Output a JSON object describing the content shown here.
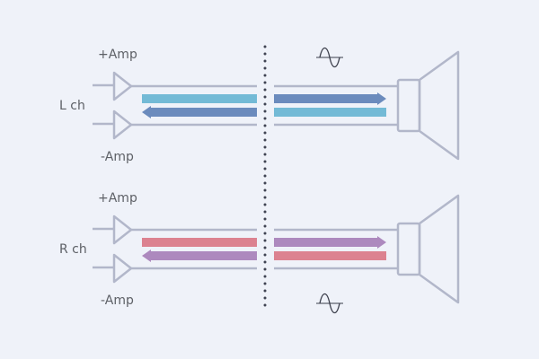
{
  "colors": {
    "background": "#eff2f9",
    "line": "#b2b7ca",
    "divider": "#3f4352",
    "text": "#5d6066",
    "light_blue": "#73bad6",
    "dark_blue": "#6b8bbd",
    "pink": "#dc8290",
    "purple": "#ad89be",
    "wave": "#3a3d4a"
  },
  "channels": [
    {
      "label": "L ch",
      "plus_label": "+Amp",
      "minus_label": "-Amp",
      "left_arrows": [
        "light_blue",
        "dark_blue"
      ],
      "right_arrows": [
        "dark_blue",
        "light_blue"
      ],
      "wave_position": "top"
    },
    {
      "label": "R ch",
      "plus_label": "+Amp",
      "minus_label": "-Amp",
      "left_arrows": [
        "pink",
        "purple"
      ],
      "right_arrows": [
        "purple",
        "pink"
      ],
      "wave_position": "bottom"
    }
  ],
  "icons": {
    "amplifier": "triangle-amplifier-icon",
    "speaker": "speaker-icon",
    "waveform": "sine-wave-icon"
  }
}
